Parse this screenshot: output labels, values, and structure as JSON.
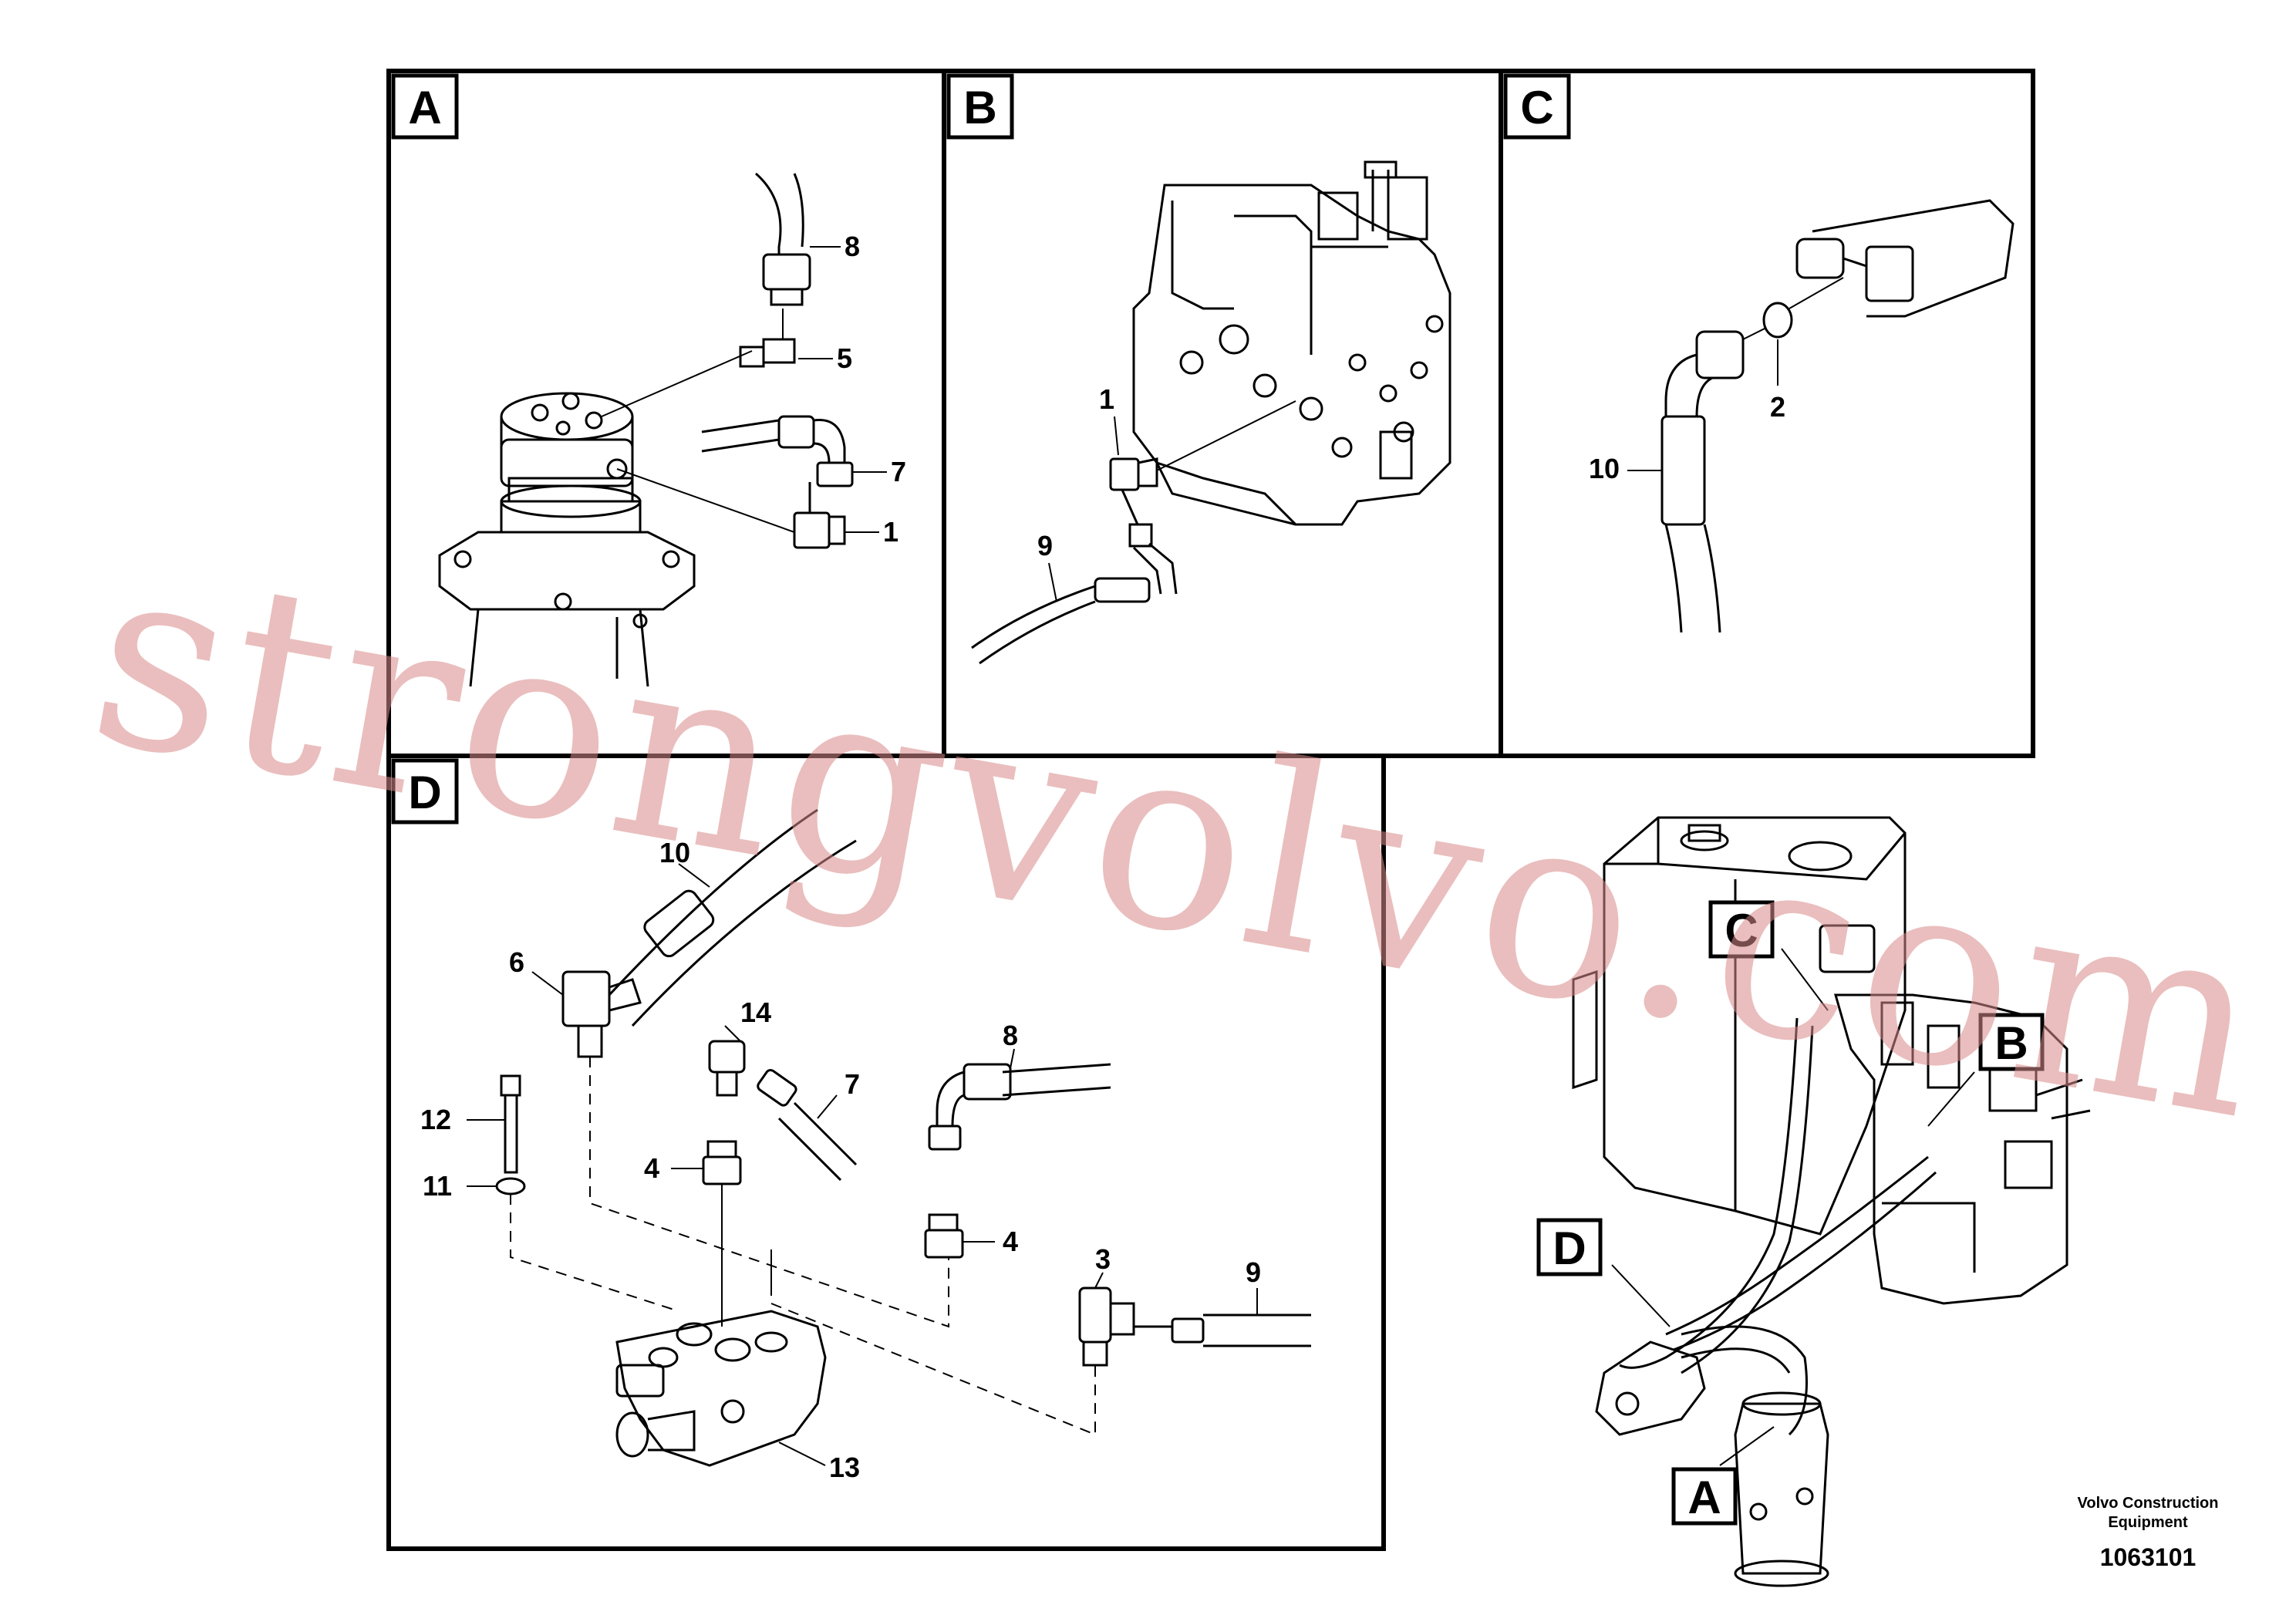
{
  "panels": [
    {
      "id": "A",
      "letter": "A"
    },
    {
      "id": "B",
      "letter": "B"
    },
    {
      "id": "C",
      "letter": "C"
    },
    {
      "id": "D",
      "letter": "D"
    }
  ],
  "callouts": {
    "A": [
      "8",
      "5",
      "7",
      "1"
    ],
    "B": [
      "1",
      "9"
    ],
    "C": [
      "2",
      "10"
    ],
    "D": [
      "10",
      "6",
      "14",
      "7",
      "8",
      "12",
      "4",
      "11",
      "4",
      "3",
      "9",
      "13"
    ]
  },
  "overview": {
    "markers": [
      "C",
      "B",
      "D",
      "A"
    ]
  },
  "footer": {
    "brand_line1": "Volvo Construction",
    "brand_line2": "Equipment",
    "drawing_number": "1063101"
  },
  "watermark": "strongvolvo.com"
}
